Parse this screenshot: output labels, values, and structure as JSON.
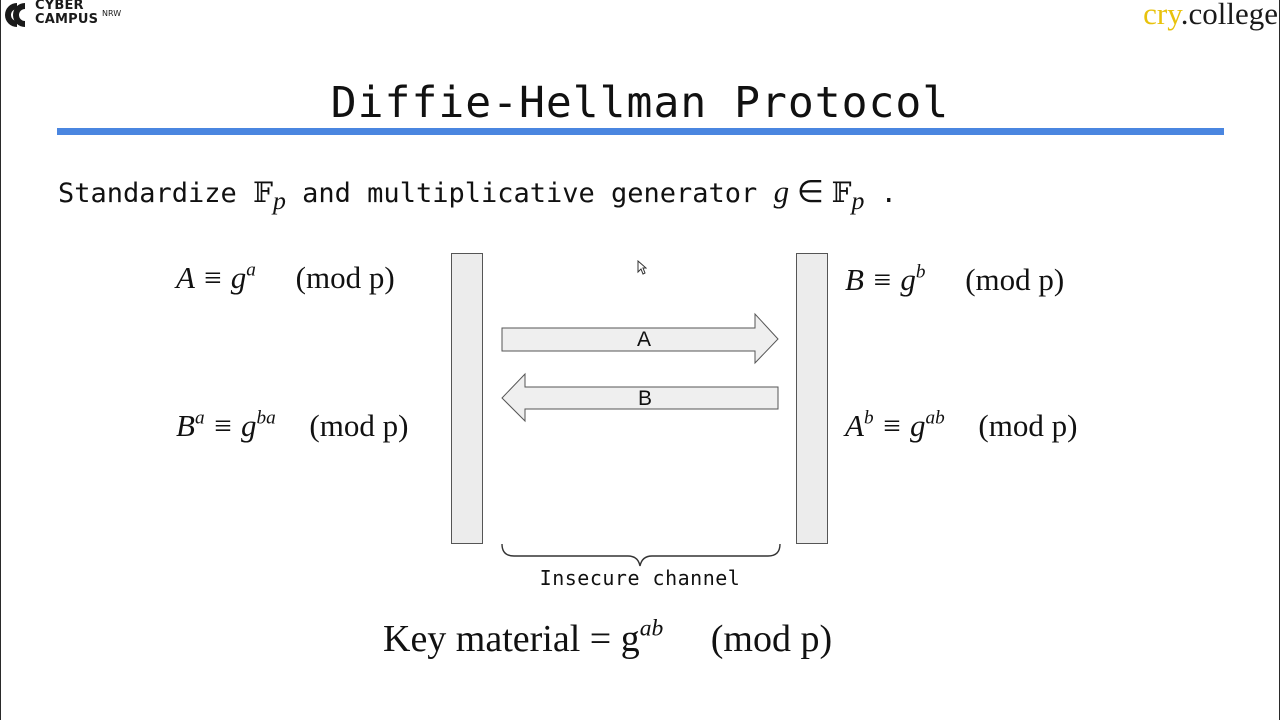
{
  "logos": {
    "cyber_line1": "CYBER",
    "cyber_line2": "CAMPUS",
    "cyber_nrw": "NRW",
    "cry_part1": "cry",
    "cry_part2": ".college"
  },
  "slide": {
    "title": "Diffie-Hellman Protocol",
    "intro_text1": "Standardize",
    "intro_text2": "and multiplicative generator",
    "intro_text3": ".",
    "field_symbol": "𝔽",
    "field_subscript": "p",
    "generator": "g",
    "element_of": "∈",
    "mod_text": "(mod p)"
  },
  "diagram": {
    "alice_compute_base": "A ≡ g",
    "alice_compute_exp": "a",
    "alice_shared_base1": "B",
    "alice_shared_exp1": "a",
    "alice_shared_mid": " ≡ g",
    "alice_shared_exp2": "ba",
    "bob_compute_base": "B ≡ g",
    "bob_compute_exp": "b",
    "bob_shared_base1": "A",
    "bob_shared_exp1": "b",
    "bob_shared_mid": " ≡ g",
    "bob_shared_exp2": "ab",
    "arrow_right_label": "A",
    "arrow_left_label": "B",
    "channel_label": "Insecure channel"
  },
  "result": {
    "key_text": "Key material = g",
    "key_exp": "ab",
    "mod_text": "(mod p)"
  },
  "colors": {
    "accent_rule": "#4a86e0",
    "logo_yellow": "#e8c20c",
    "bar_fill": "#ececec",
    "arrow_fill": "#efefef"
  }
}
